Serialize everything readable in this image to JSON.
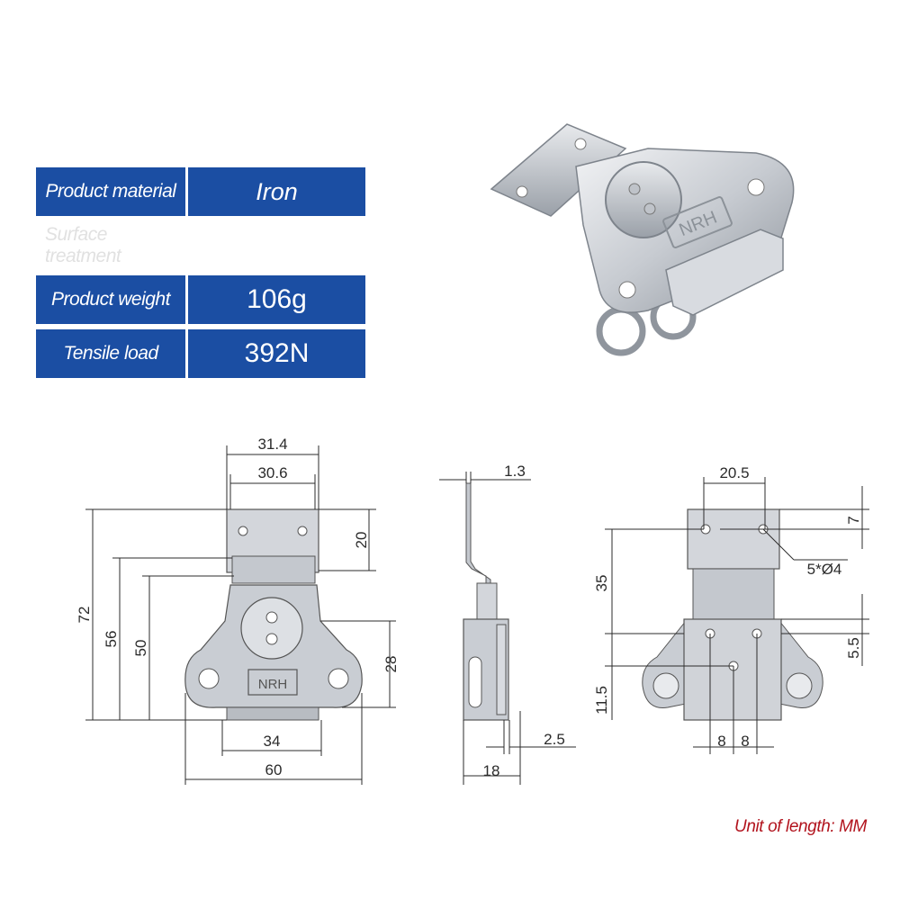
{
  "spec_table": {
    "rows": [
      {
        "label": "Product material",
        "value": "Iron"
      },
      {
        "label": "Surface treatment",
        "value": ""
      },
      {
        "label": "Product weight",
        "value": "106g"
      },
      {
        "label": "Tensile load",
        "value": "392N"
      }
    ]
  },
  "product_logo": "NRH",
  "front_view": {
    "dims": {
      "plate_outer_width": "31.4",
      "plate_inner_width": "30.6",
      "plate_height": "20",
      "total_height": "72",
      "height_56": "56",
      "height_50": "50",
      "wing_height": "28",
      "base_width": "34",
      "total_width": "60"
    }
  },
  "side_view": {
    "dims": {
      "thickness": "1.3",
      "gap": "2.5",
      "depth": "18"
    }
  },
  "back_view": {
    "dims": {
      "hole_spacing": "20.5",
      "top_offset": "7",
      "holes": "5*Ø4",
      "height_35": "35",
      "offset_5_5": "5.5",
      "height_11_5": "11.5",
      "spacing_left": "8",
      "spacing_right": "8"
    }
  },
  "unit_note": "Unit of length: MM",
  "colors": {
    "table_blue": "#1b4ea3",
    "note_red": "#b2141e",
    "metal": "#c4c8ce",
    "line": "#2b2b2b"
  }
}
